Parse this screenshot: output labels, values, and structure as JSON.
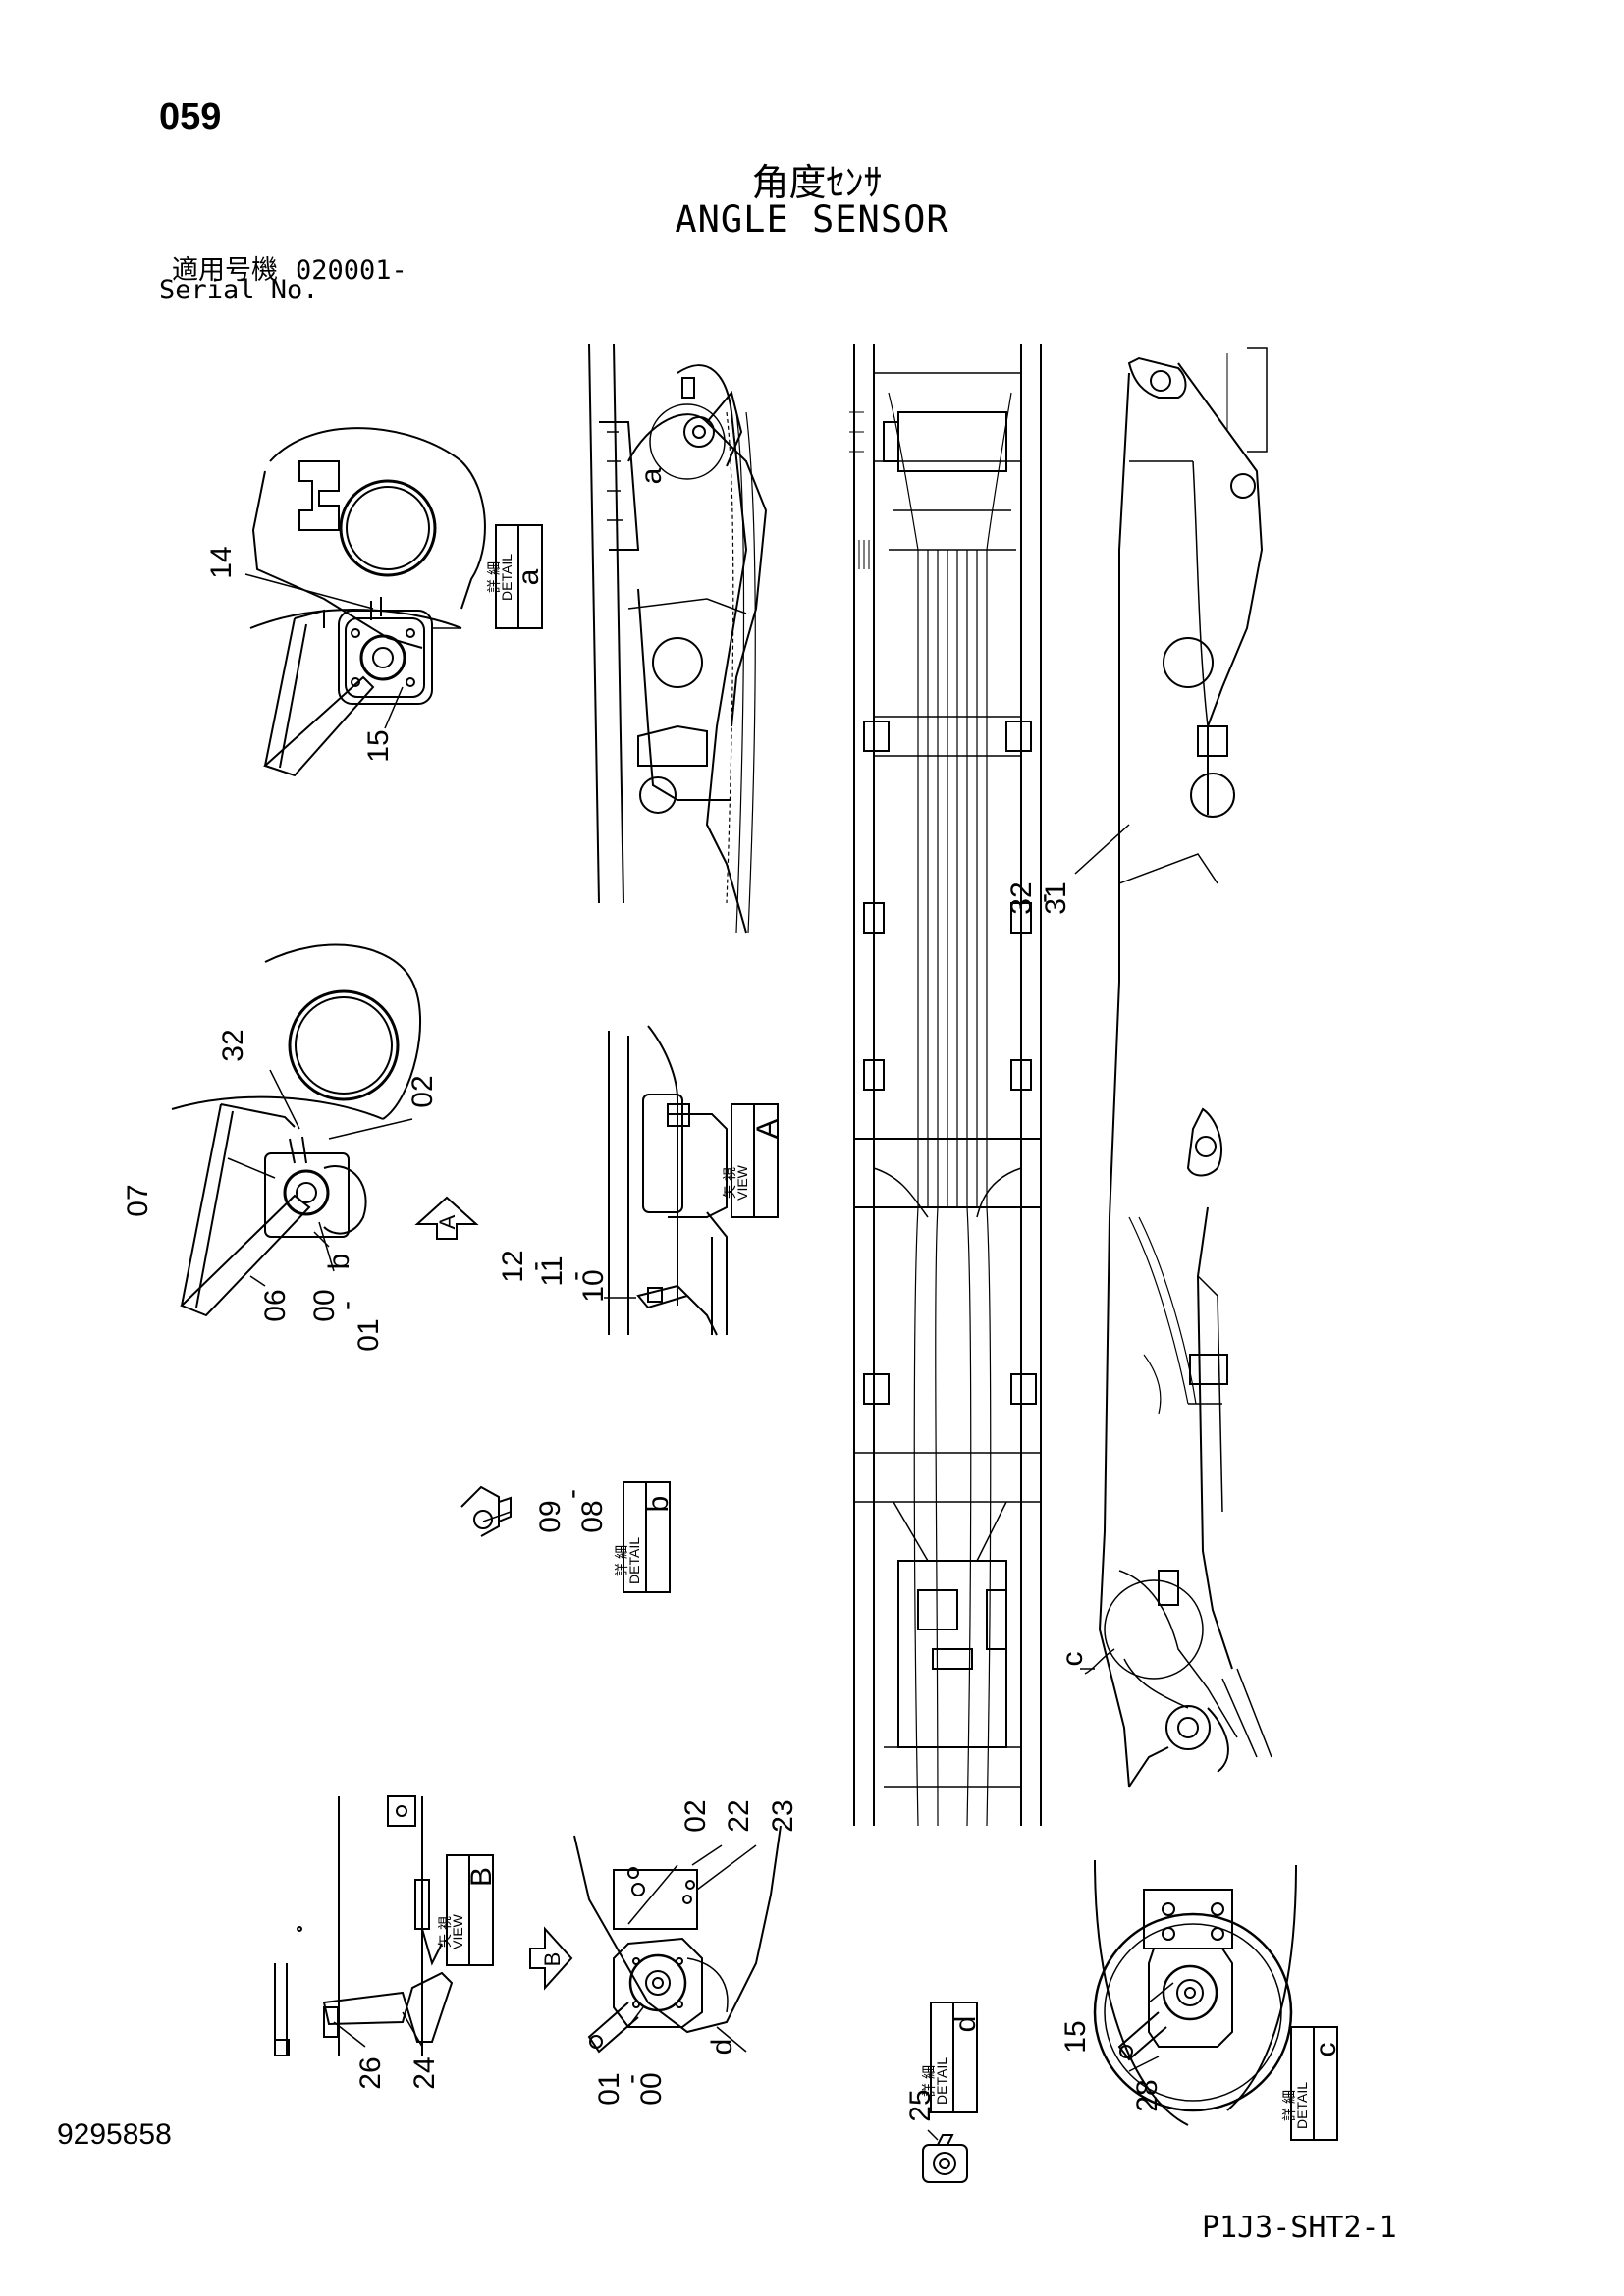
{
  "header": {
    "page_number": "059",
    "title_jp": "角度ｾﾝｻ",
    "title_en": "ANGLE SENSOR",
    "serial_label_jp": "適用号機",
    "serial_value": "020001-",
    "serial_label_en": "Serial No."
  },
  "footer": {
    "document_number": "9295858",
    "sheet_reference": "P1J3-SHT2-1"
  },
  "detail_boxes": {
    "a": {
      "jp": "詳 細",
      "en": "DETAIL",
      "letter": "a"
    },
    "b": {
      "jp": "詳 細",
      "en": "DETAIL",
      "letter": "b"
    },
    "c": {
      "jp": "詳 細",
      "en": "DETAIL",
      "letter": "c"
    },
    "d": {
      "jp": "詳 細",
      "en": "DETAIL",
      "letter": "d"
    }
  },
  "view_boxes": {
    "A": {
      "jp": "矢 視",
      "en": "VIEW",
      "letter": "A"
    },
    "B": {
      "jp": "矢 視",
      "en": "VIEW",
      "letter": "B"
    }
  },
  "arrow_labels": {
    "A": "A",
    "B": "B"
  },
  "circle_labels": {
    "a": "a",
    "b": "b",
    "c": "c",
    "d": "d"
  },
  "callouts": {
    "c14": "14",
    "c15_top": "15",
    "c32_top": "32",
    "c31": "31",
    "c32": "32",
    "c02_mid": "02",
    "c07": "07",
    "c06": "06",
    "c00_mid": "00",
    "c01_mid": "01",
    "c12": "12",
    "c11": "11",
    "c10": "10",
    "c09": "09",
    "c08": "08",
    "c02_bot": "02",
    "c22": "22",
    "c23": "23",
    "c01_bot": "01",
    "c00_bot": "00",
    "c26": "26",
    "c24": "24",
    "c25": "25",
    "c15_bot": "15",
    "c28": "28",
    "dash": "-"
  }
}
